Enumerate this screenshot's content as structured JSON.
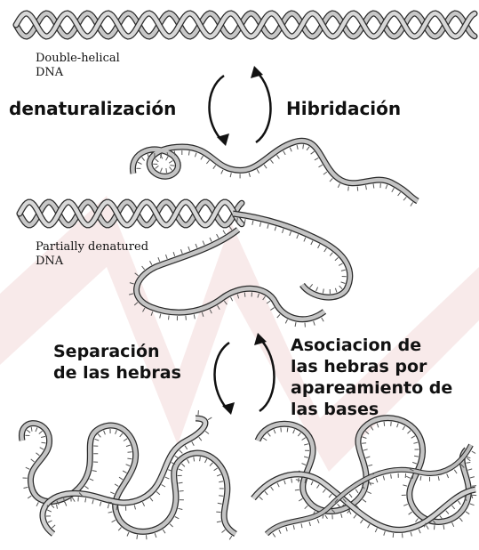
{
  "labels": {
    "double_helical": "Double-helical",
    "double_helical_dna": "DNA",
    "partially_denatured": "Partially denatured",
    "partially_denatured_dna": "DNA",
    "denaturalizacion": "denaturalización",
    "hibridacion": "Hibridación",
    "separacion_line1": "Separación",
    "separacion_line2": "de las hebras",
    "asociacion_line1": "Asociacion de",
    "asociacion_line2": "las hebras por",
    "asociacion_line3": "apareamiento de",
    "asociacion_line4": "las bases"
  },
  "colors": {
    "strand": "#bdbdbd",
    "strand_edge": "#2a2a2a",
    "text": "#111111",
    "watermark": "#f6dede"
  },
  "icons": [
    "arrow-down-icon",
    "arrow-up-icon"
  ]
}
